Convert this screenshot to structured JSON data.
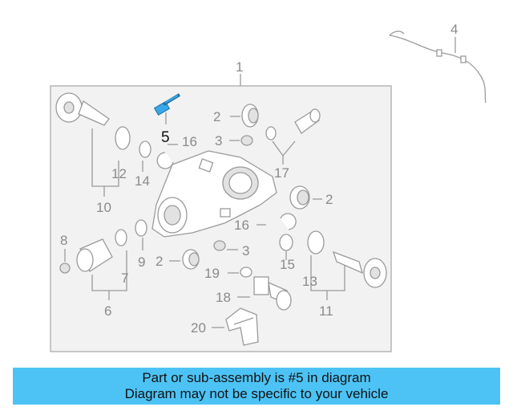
{
  "diagram": {
    "highlight_color": "#3aa7e8",
    "callouts": {
      "c1": "1",
      "c2a": "2",
      "c2b": "2",
      "c2c": "2",
      "c3a": "3",
      "c3b": "3",
      "c4": "4",
      "c5": "5",
      "c6": "6",
      "c7": "7",
      "c8": "8",
      "c9": "9",
      "c10": "10",
      "c11": "11",
      "c12": "12",
      "c13": "13",
      "c14": "14",
      "c15": "15",
      "c16a": "16",
      "c16b": "16",
      "c17": "17",
      "c18": "18",
      "c19": "19",
      "c20": "20"
    }
  },
  "banner": {
    "line1": "Part or sub-assembly is #5 in diagram",
    "line2": "Diagram may not be specific to your vehicle",
    "background": "#4dc3f5"
  }
}
